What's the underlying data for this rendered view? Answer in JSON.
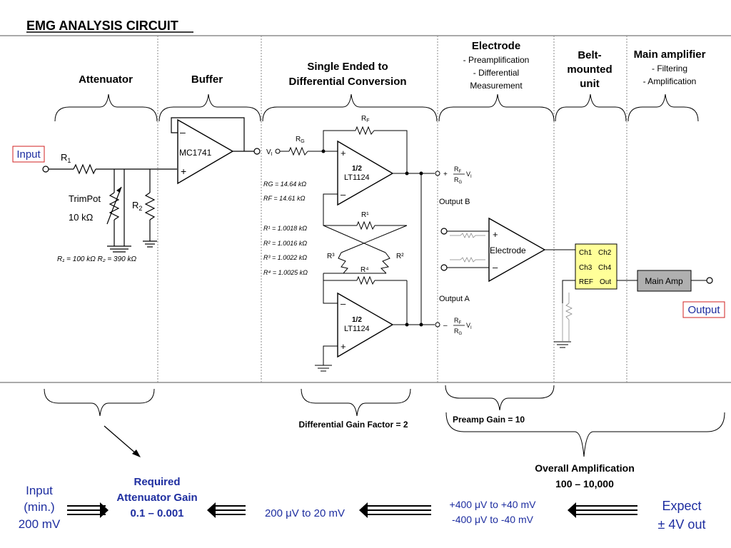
{
  "title": "EMG ANALYSIS CIRCUIT",
  "sections": {
    "attenuator": "Attenuator",
    "buffer": "Buffer",
    "se_line1": "Single Ended to",
    "se_line2": "Differential Conversion",
    "electrode_title": "Electrode",
    "electrode_l1": "- Preamplification",
    "electrode_l2": "- Differential",
    "electrode_l3": "Measurement",
    "belt_l1": "Belt-",
    "belt_l2": "mounted",
    "belt_l3": "unit",
    "main_title": "Main amplifier",
    "main_l1": "- Filtering",
    "main_l2": "- Amplification"
  },
  "labels": {
    "input": "Input",
    "output": "Output",
    "r1": "R",
    "r1_sub": "1",
    "trimpot": "TrimPot",
    "trimpot_val": "10 kΩ",
    "r2": "R",
    "r2_sub": "2",
    "r_values": "R₁ = 100 kΩ    R₂ = 390 kΩ",
    "mc1741": "MC1741",
    "vi": "V",
    "vi_sub": "I",
    "rg": "R",
    "rg_sub": "G",
    "rf": "R",
    "rf_sub": "F",
    "half": "1/2",
    "lt1124": "LT1124",
    "rg_val": "RG = 14.64 kΩ",
    "rf_val": "RF = 14.61 kΩ",
    "r1v": "R¹ = 1.0018 kΩ",
    "r2v": "R² = 1.0016 kΩ",
    "r3v": "R³ = 1.0022 kΩ",
    "r4v": "R⁴ = 1.0025 kΩ",
    "rsup1": "R¹",
    "rsup2": "R²",
    "rsup3": "R³",
    "rsup4": "R⁴",
    "output_b": "Output B",
    "output_a": "Output A",
    "plus_out": "+",
    "minus_out": "–",
    "electrode_amp": "Electrode",
    "ch1": "Ch1",
    "ch2": "Ch2",
    "ch3": "Ch3",
    "ch4": "Ch4",
    "ref": "REF",
    "out": "Out",
    "main_amp": "Main Amp",
    "plus": "+",
    "minus": "–"
  },
  "gains": {
    "diff": "Differential Gain Factor = 2",
    "preamp": "Preamp Gain = 10",
    "overall_l1": "Overall Amplification",
    "overall_l2": "100 – 10,000"
  },
  "flow": {
    "input_l1": "Input",
    "input_l2": "(min.)",
    "input_l3": "200 mV",
    "req_l1": "Required",
    "req_l2": "Attenuator Gain",
    "req_l3": "0.1 – 0.001",
    "range1": "200 μV to 20 mV",
    "range2_l1": "+400 μV to +40 mV",
    "range2_l2": "-400 μV to -40 mV",
    "expect_l1": "Expect",
    "expect_l2": "± 4V out"
  },
  "colors": {
    "input_label": "#1e2ea0",
    "label_border": "#d02020",
    "belt_box": "#ffff99",
    "main_amp_box": "#b0b0b0",
    "flow_text": "#1e2ea0"
  }
}
